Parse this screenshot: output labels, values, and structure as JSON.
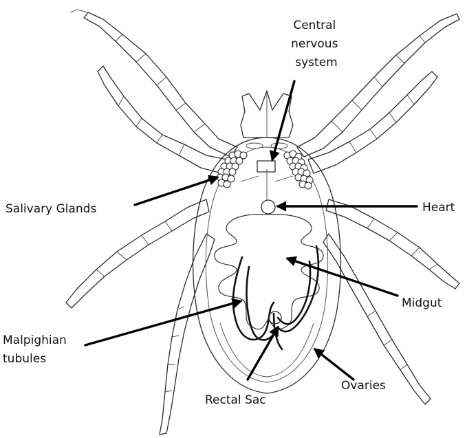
{
  "labels": {
    "central_nervous_system": [
      "Central",
      "nervous",
      "system"
    ],
    "salivary_glands": "Salivary Glands",
    "heart": "Heart",
    "midgut": "Midgut",
    "malpighian_tubules": [
      "Malpighian",
      "tubules"
    ],
    "rectal_sac": "Rectal Sac",
    "ovaries": "Ovaries"
  },
  "colors": {
    "ink": "#111111",
    "background": "#ffffff"
  }
}
